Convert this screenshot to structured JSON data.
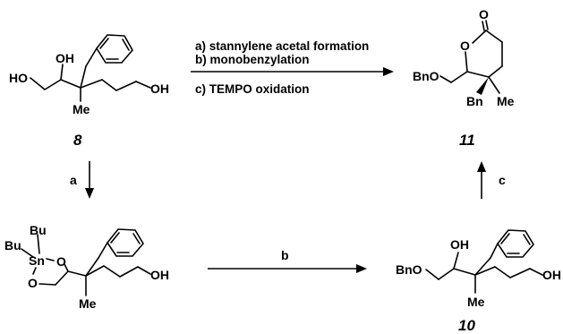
{
  "reactions": {
    "main": {
      "step_a": "a) stannylene acetal formation",
      "step_b": "b) monobenzylation",
      "step_c": "c) TEMPO oxidation"
    },
    "left_label": "a",
    "bottom_label": "b",
    "right_label": "c"
  },
  "compounds": {
    "c8": {
      "number": "8",
      "labels": {
        "ho_left": "HO",
        "oh_top": "OH",
        "me": "Me",
        "oh_right": "OH"
      }
    },
    "c11": {
      "number": "11",
      "labels": {
        "o_carbonyl": "O",
        "o_ring": "O",
        "bno": "BnO",
        "bn": "Bn",
        "me": "Me"
      }
    },
    "stannylene": {
      "number": "",
      "labels": {
        "bu1": "Bu",
        "bu2": "Bu",
        "sn": "Sn",
        "o_right": "O",
        "o_left": "O",
        "me": "Me",
        "oh": "OH"
      }
    },
    "c10": {
      "number": "10",
      "labels": {
        "oh_top": "OH",
        "bno": "BnO",
        "me": "Me",
        "oh_right": "OH"
      }
    }
  }
}
